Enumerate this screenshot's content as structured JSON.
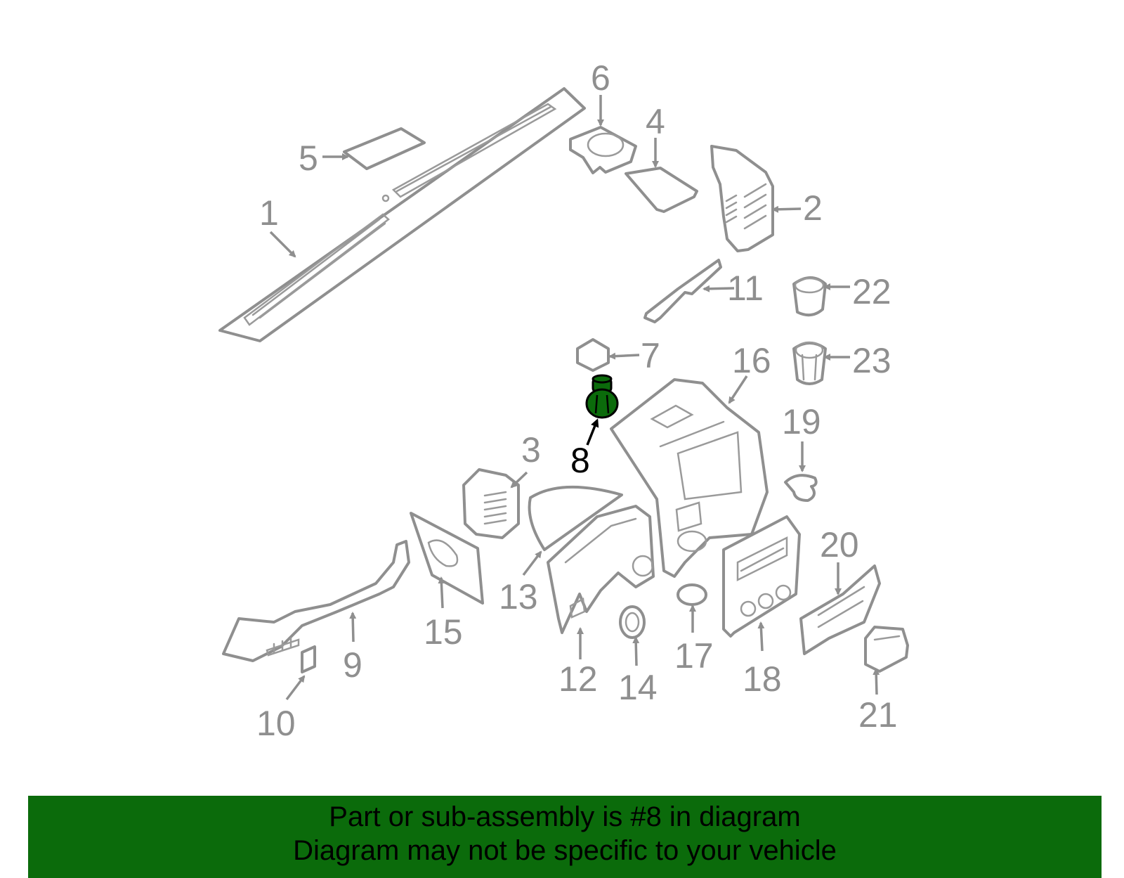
{
  "highlight_color": "#0b6b0b",
  "highlighted_part": "8",
  "callouts": [
    "1",
    "2",
    "3",
    "4",
    "5",
    "6",
    "7",
    "8",
    "9",
    "10",
    "11",
    "12",
    "13",
    "14",
    "15",
    "16",
    "17",
    "18",
    "19",
    "20",
    "21",
    "22",
    "23"
  ],
  "banner": {
    "line1": "Part or sub-assembly is #8 in diagram",
    "line2": "Diagram may not be specific to your vehicle"
  }
}
